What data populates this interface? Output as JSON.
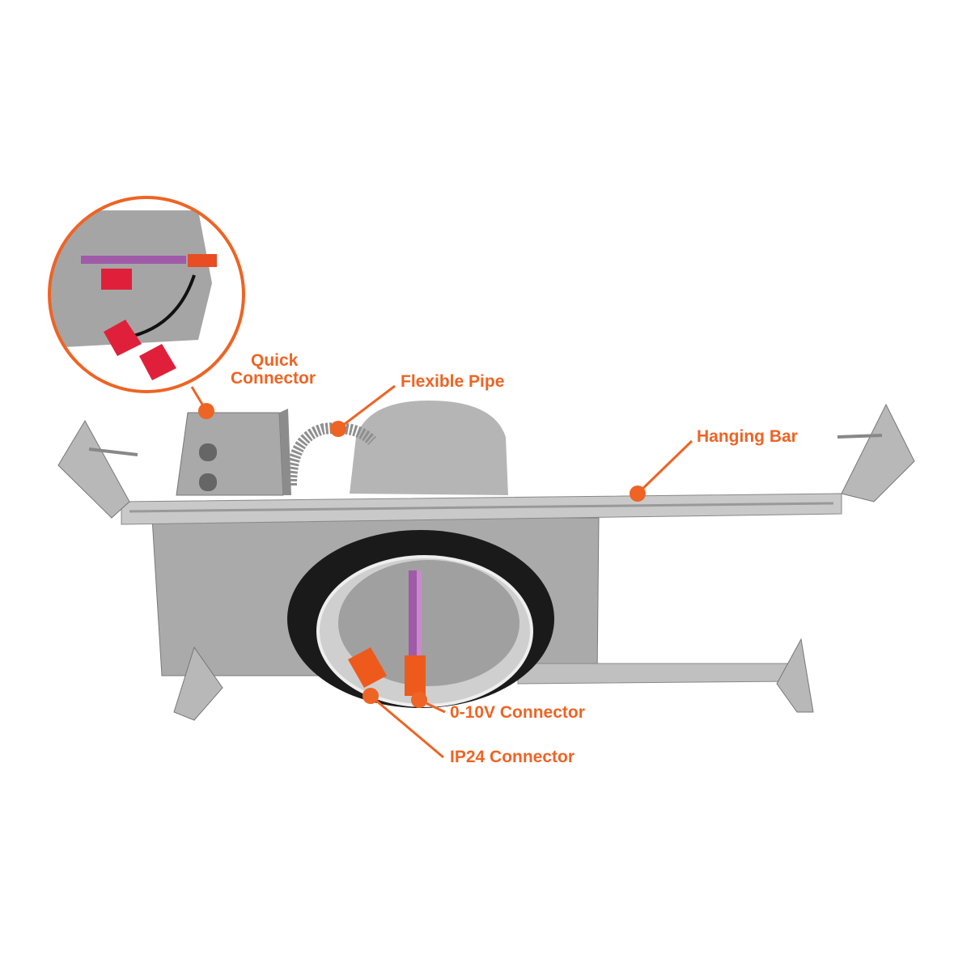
{
  "accent_color": "#ee6424",
  "labels": {
    "quick_connector_line1": "Quick",
    "quick_connector_line2": "Connector",
    "flexible_pipe": "Flexible Pipe",
    "hanging_bar": "Hanging Bar",
    "zero_ten_v_connector": "0-10V Connector",
    "ip24_connector": "IP24 Connector"
  }
}
